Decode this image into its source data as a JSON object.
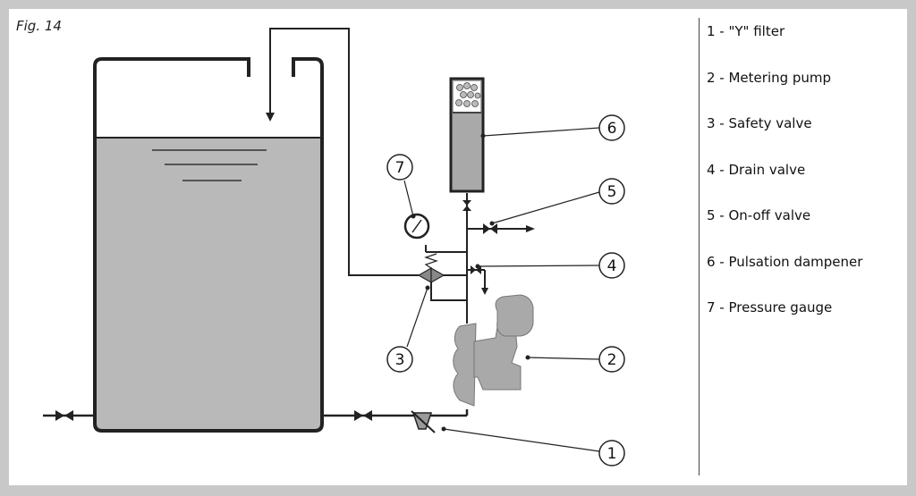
{
  "figure": {
    "label": "Fig. 14"
  },
  "legend": [
    {
      "id": "1",
      "text": "1 - \"Y\" filter"
    },
    {
      "id": "2",
      "text": "2 - Metering pump"
    },
    {
      "id": "3",
      "text": "3 - Safety valve"
    },
    {
      "id": "4",
      "text": "4 - Drain valve"
    },
    {
      "id": "5",
      "text": "5 -  On-off valve"
    },
    {
      "id": "6",
      "text": "6 - Pulsation dampener"
    },
    {
      "id": "7",
      "text": "7 - Pressure gauge"
    }
  ],
  "callouts": {
    "c1": "1",
    "c2": "2",
    "c3": "3",
    "c4": "4",
    "c5": "5",
    "c6": "6",
    "c7": "7"
  },
  "colors": {
    "line": "#222222",
    "liquid": "#b9b9b9",
    "component": "#a9a9a9",
    "frame": "#c8c8c8",
    "background": "#ffffff"
  }
}
